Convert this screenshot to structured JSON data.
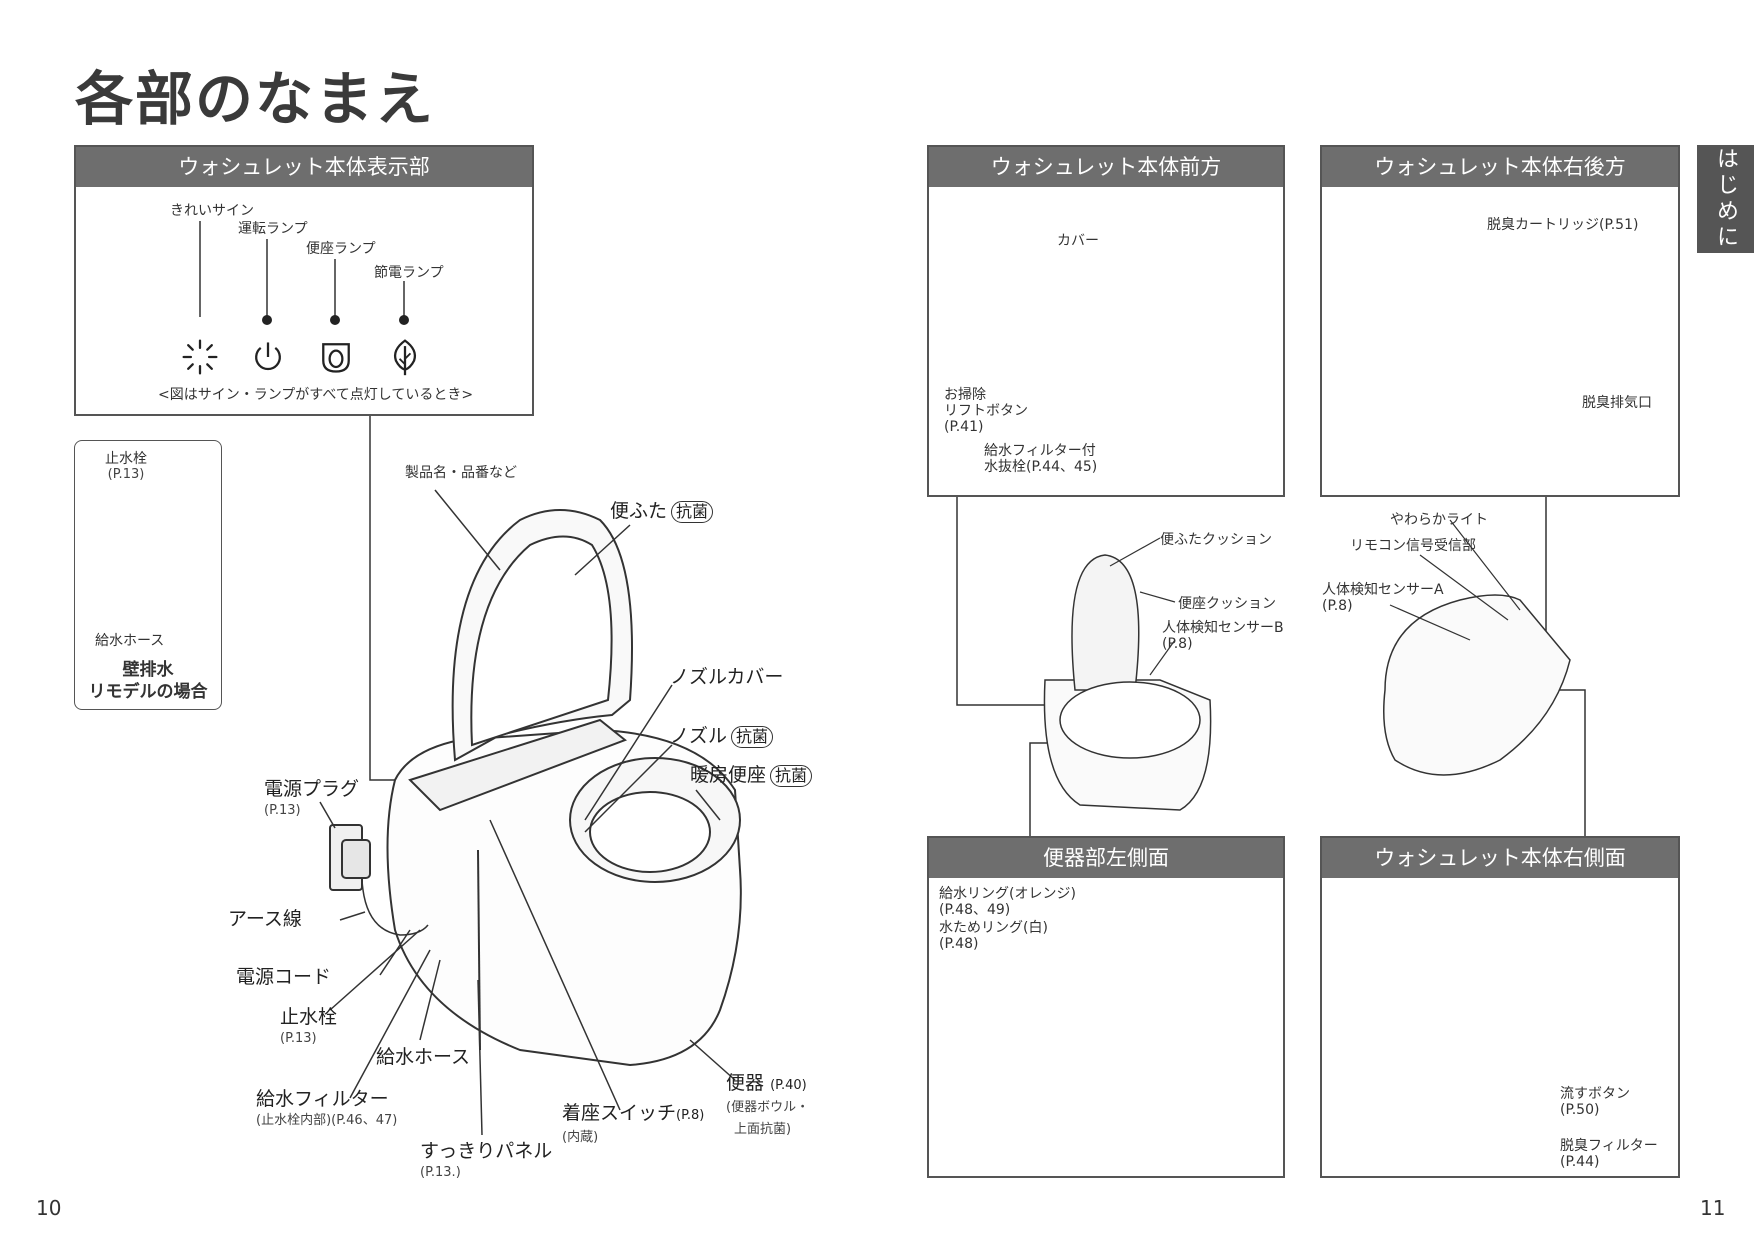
{
  "page_title": "各部のなまえ",
  "side_tab": "はじめに",
  "page_left": "10",
  "page_right": "11",
  "display_panel": {
    "header": "ウォシュレット本体表示部",
    "labels": [
      "きれいサイン",
      "運転ランプ",
      "便座ランプ",
      "節電ランプ"
    ],
    "note": "<図はサイン・ランプがすべて点灯しているとき>"
  },
  "wall_box": {
    "valve": "止水栓",
    "valve_ref": "(P.13)",
    "hose": "給水ホース",
    "caption_1": "壁排水",
    "caption_2": "リモデルの場合"
  },
  "main": {
    "product_label": "製品名・品番など",
    "lid": "便ふた",
    "antibac": "抗菌",
    "nozzle_cover": "ノズルカバー",
    "nozzle": "ノズル",
    "heated_seat": "暖房便座",
    "plug": "電源プラグ",
    "plug_ref": "(P.13)",
    "earth": "アース線",
    "cord": "電源コード",
    "valve": "止水栓",
    "valve_ref": "(P.13)",
    "hose": "給水ホース",
    "filter": "給水フィルター",
    "filter_ref": "(止水栓内部)(P.46、47)",
    "panel": "すっきりパネル",
    "panel_ref": "(P.13.)",
    "seat_switch": "着座スイッチ",
    "seat_switch_ref": "(P.8)",
    "seat_switch_note": "(内蔵)",
    "bowl": "便器",
    "bowl_ref": "(P.40)",
    "bowl_note_1": "(便器ボウル・",
    "bowl_note_2": "上面抗菌)"
  },
  "front": {
    "header": "ウォシュレット本体前方",
    "cover": "カバー",
    "lift_1": "お掃除",
    "lift_2": "リフトボタン",
    "lift_ref": "(P.41)",
    "drain_1": "給水フィルター付",
    "drain_2": "水抜栓(P.44、45)"
  },
  "rear_right": {
    "header": "ウォシュレット本体右後方",
    "cartridge": "脱臭カートリッジ(P.51)",
    "exhaust": "脱臭排気口"
  },
  "middle": {
    "lid_cushion": "便ふたクッション",
    "seat_cushion": "便座クッション",
    "sensor_b": "人体検知センサーB",
    "sensor_b_ref": "(P.8)",
    "soft_light": "やわらかライト",
    "remote_receiver": "リモコン信号受信部",
    "sensor_a": "人体検知センサーA",
    "sensor_a_ref": "(P.8)"
  },
  "bowl_left": {
    "header": "便器部左側面",
    "ring_1": "給水リング(オレンジ)",
    "ring_1_ref": "(P.48、49)",
    "ring_2": "水ためリング(白)",
    "ring_2_ref": "(P.48)"
  },
  "right_side": {
    "header": "ウォシュレット本体右側面",
    "flush": "流すボタン",
    "flush_ref": "(P.50)",
    "deodor_filter": "脱臭フィルター",
    "deodor_filter_ref": "(P.44)"
  }
}
